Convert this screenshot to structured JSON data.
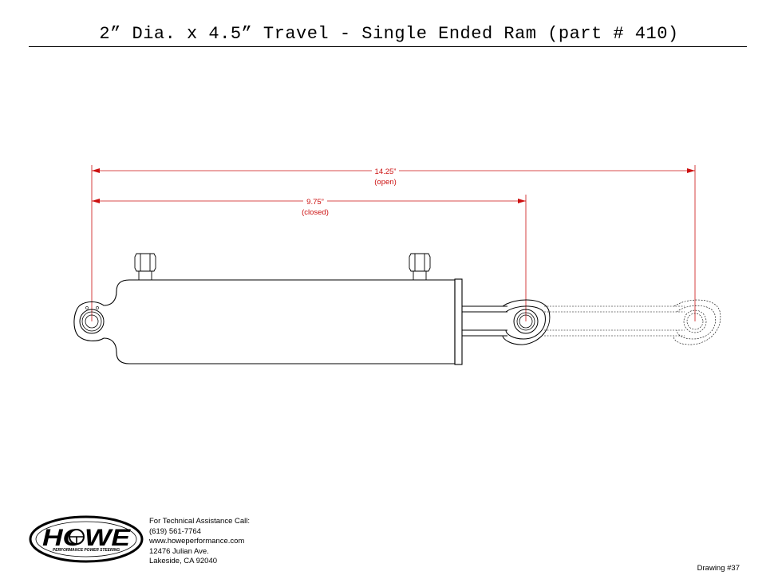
{
  "title": "2” Dia. x 4.5” Travel - Single Ended Ram (part # 410)",
  "dimensions": {
    "open": {
      "value": "14.25”",
      "note": "(open)"
    },
    "closed": {
      "value": "9.75”",
      "note": "(closed)"
    }
  },
  "contact": {
    "line1": "For Technical Assistance Call:",
    "phone": "(619) 561-7764",
    "website": "www.howeperformance.com",
    "address1": "12476 Julian Ave.",
    "address2": "Lakeside, CA 92040"
  },
  "logo": {
    "word": "HOWE",
    "tagline": "PERFORMANCE POWER STEERING"
  },
  "drawing_number": "Drawing #37",
  "colors": {
    "dimension": "#cc1010",
    "linework": "#000000"
  }
}
